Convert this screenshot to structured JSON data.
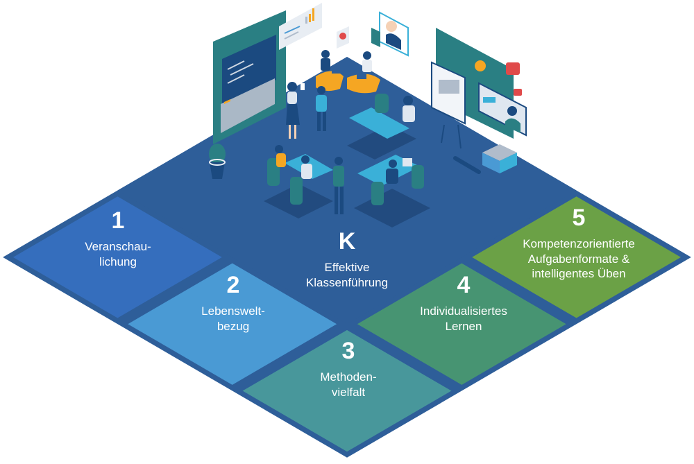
{
  "diagram": {
    "colors": {
      "floor": "#2e5e99",
      "border": "#2e5e99",
      "wall": "#2a7f83",
      "tile_1": "#356ebd",
      "tile_2": "#4a9ad4",
      "tile_3": "#48979b",
      "tile_4": "#479472",
      "tile_5": "#6ba146",
      "text": "#ffffff"
    },
    "center": {
      "number": "K",
      "lines": [
        "Effektive",
        "Klassenführung"
      ]
    },
    "tiles": [
      {
        "number": "1",
        "lines": [
          "Veranschau-",
          "lichung"
        ]
      },
      {
        "number": "2",
        "lines": [
          "Lebenswelt-",
          "bezug"
        ]
      },
      {
        "number": "3",
        "lines": [
          "Methoden-",
          "vielfalt"
        ]
      },
      {
        "number": "4",
        "lines": [
          "Individualisiertes",
          "Lernen"
        ]
      },
      {
        "number": "5",
        "lines": [
          "Kompetenzorientierte",
          "Aufgabenformate &",
          "intelligentes Üben"
        ]
      }
    ],
    "illustration": {
      "subject": "isometric classroom",
      "icons": [
        "chalkboard-icon",
        "bar-chart-poster-icon",
        "video-call-avatar-icon",
        "emoji-smile-icon",
        "thumbs-up-icon",
        "heart-icon",
        "flipchart-icon",
        "video-lesson-screen-icon",
        "books-icon",
        "pencil-icon",
        "plant-icon",
        "beanbag-icon",
        "desk-icon",
        "student-icon",
        "teacher-icon"
      ]
    }
  }
}
